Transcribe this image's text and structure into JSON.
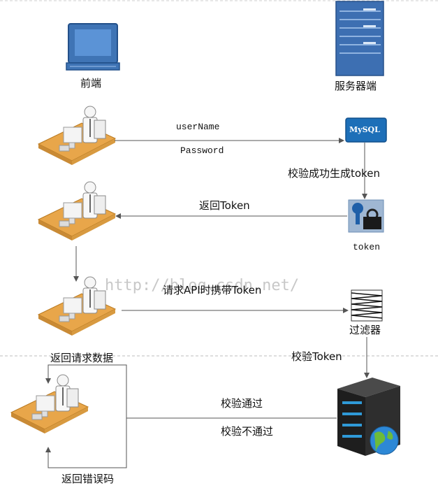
{
  "labels": {
    "frontend": "前端",
    "server": "服务器端",
    "username": "userName",
    "password": "Password",
    "verify_success": "校验成功生成token",
    "return_token": "返回Token",
    "token": "token",
    "request_with_token": "请求API时携带Token",
    "filter": "过滤器",
    "return_data": "返回请求数据",
    "verify_token": "校验Token",
    "verify_pass": "校验通过",
    "verify_fail": "校验不通过",
    "return_error": "返回错误码",
    "mysql": "MySQL",
    "watermark": "http://blog.csdn.net/"
  }
}
